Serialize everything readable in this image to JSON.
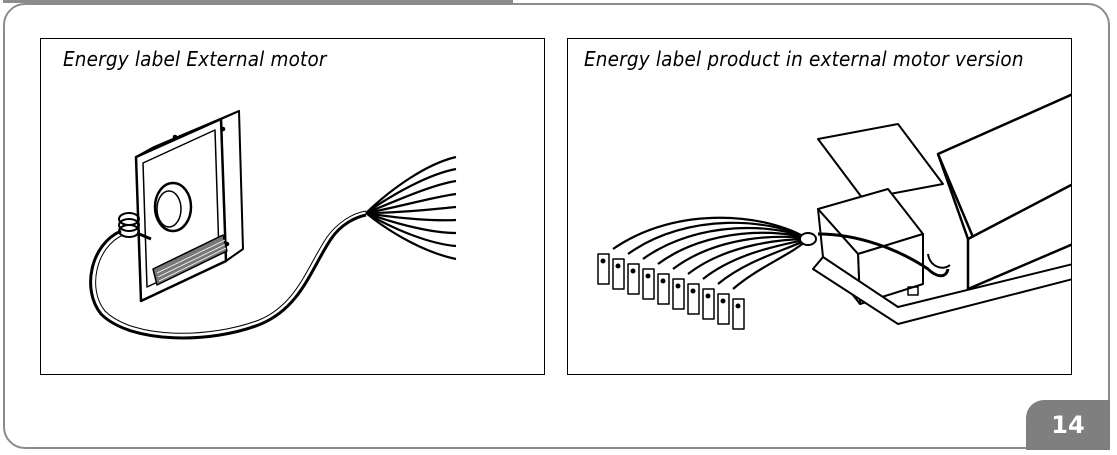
{
  "panels": [
    {
      "caption": "Energy label External motor"
    },
    {
      "caption": "Energy label product in external motor version"
    }
  ],
  "page": {
    "number": "14"
  }
}
